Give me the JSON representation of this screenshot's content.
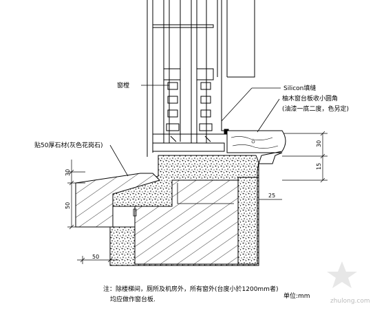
{
  "labels": {
    "window_frame": "窗樘",
    "silicon": "Silicon填缝",
    "wood_board_1": "柚木窗台板收小圆角",
    "wood_board_2": "(油漆一底二度，色另定)",
    "stone": "贴50厚石材(灰色花岗石)"
  },
  "dimensions": {
    "d30_right": "30",
    "d15_right": "15",
    "d25": "25",
    "d30_left": "30",
    "d50_left": "50",
    "d50_bottom": "50"
  },
  "notes": {
    "line1": "注：除楼梯间，厕所及机房外，所有窗外(台度小於1200mm者)",
    "line2": "均应做作窗台板.",
    "unit": "单位:mm"
  },
  "watermark": "zhulong.com"
}
